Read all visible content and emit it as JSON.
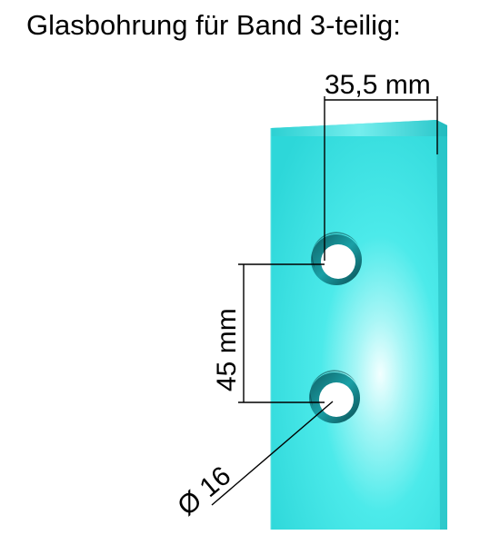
{
  "title": "Glasbohrung für Band 3-teilig:",
  "dimensions": {
    "hole_offset_label": "35,5 mm",
    "hole_spacing_label": "45 mm",
    "hole_diameter_label": "Ø 16"
  },
  "colors": {
    "glass": "#33e6e6",
    "glass_edge": "#1aaeb0",
    "line": "#000000"
  }
}
